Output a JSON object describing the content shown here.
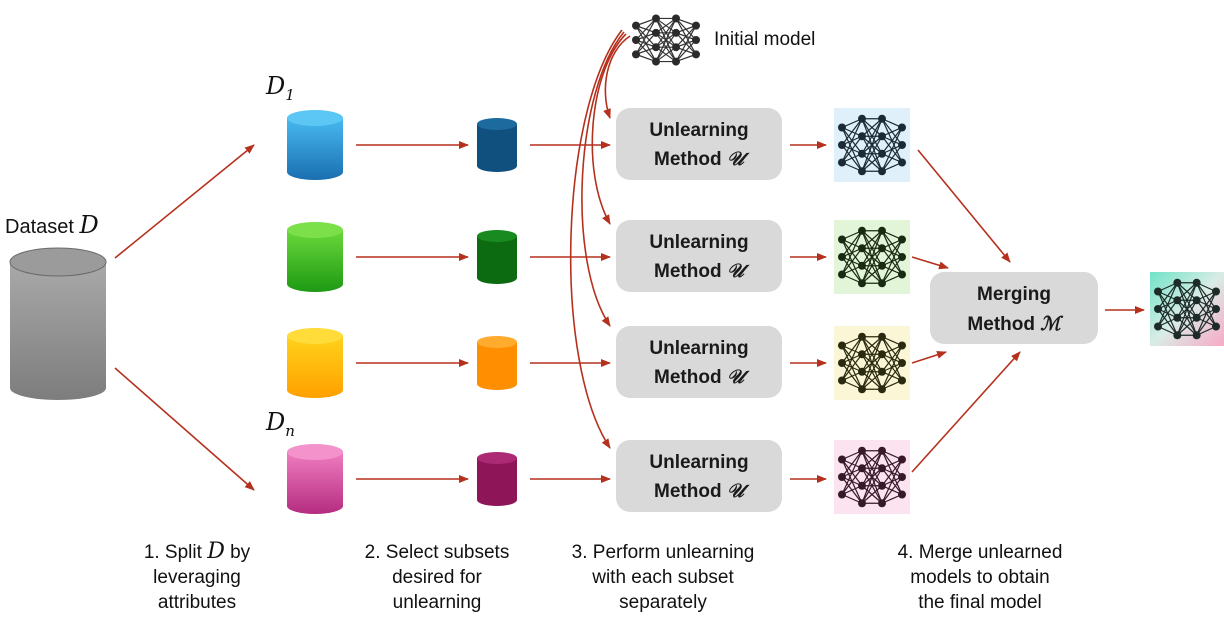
{
  "dataset": {
    "label": "Dataset",
    "var": "D"
  },
  "subset_labels": {
    "first": "D",
    "first_sub": "1",
    "last": "D",
    "last_sub": "n"
  },
  "initial_model": "Initial model",
  "unlearning": {
    "line1": "Unlearning",
    "line2": "Method",
    "symbol": "𝒰"
  },
  "merging": {
    "line1": "Merging",
    "line2": "Method",
    "symbol": "ℳ"
  },
  "steps": [
    {
      "lines": [
        "1. Split D by",
        "leveraging",
        "attributes"
      ],
      "var": "D"
    },
    {
      "lines": [
        "2. Select subsets",
        "desired for",
        "unlearning"
      ]
    },
    {
      "lines": [
        "3. Perform unlearning",
        "with each subset",
        "separately"
      ]
    },
    {
      "lines": [
        "4. Merge unlearned",
        "models to obtain",
        "the final model"
      ]
    }
  ],
  "colors": {
    "arrow": "#b5311d",
    "dataset": "#8e8e8e",
    "blue": "#2f9fdf",
    "blue_dark": "#0f4a78",
    "green": "#3fbf1f",
    "green_dark": "#0d6b12",
    "orange": "#ffa800",
    "orange_dark": "#ff8c00",
    "pink": "#d64aa0",
    "pink_dark": "#8c1658",
    "box": "#d9d9d9",
    "tint_blue": "#dff0fa",
    "tint_green": "#e3f5d8",
    "tint_yellow": "#fbf6d6",
    "tint_pink": "#fbe3ef"
  }
}
